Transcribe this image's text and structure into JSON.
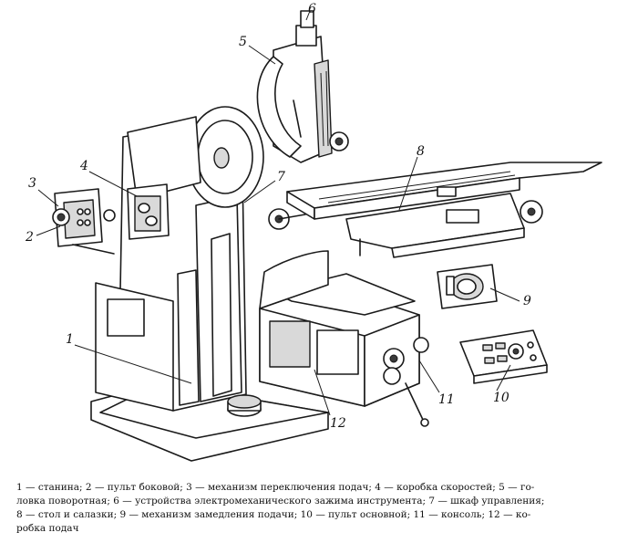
{
  "labels": {
    "l1": "1",
    "l2": "2",
    "l3": "3",
    "l4": "4",
    "l5": "5",
    "l6": "6",
    "l7": "7",
    "l8": "8",
    "l9": "9",
    "l10": "10",
    "l11": "11",
    "l12": "12"
  },
  "caption": {
    "line1": "1 — станина; 2 — пульт боковой; 3 — механизм переключения подач; 4 — коробка скоростей; 5 — го-",
    "line2": "ловка поворотная; 6 — устройства электромеханического зажима инструмента; 7 — шкаф управления;",
    "line3": "8 — стол и салазки; 9 — механизм замедления подачи; 10 — пульт основной; 11 — консоль; 12 — ко-",
    "line4": "робка подач"
  }
}
